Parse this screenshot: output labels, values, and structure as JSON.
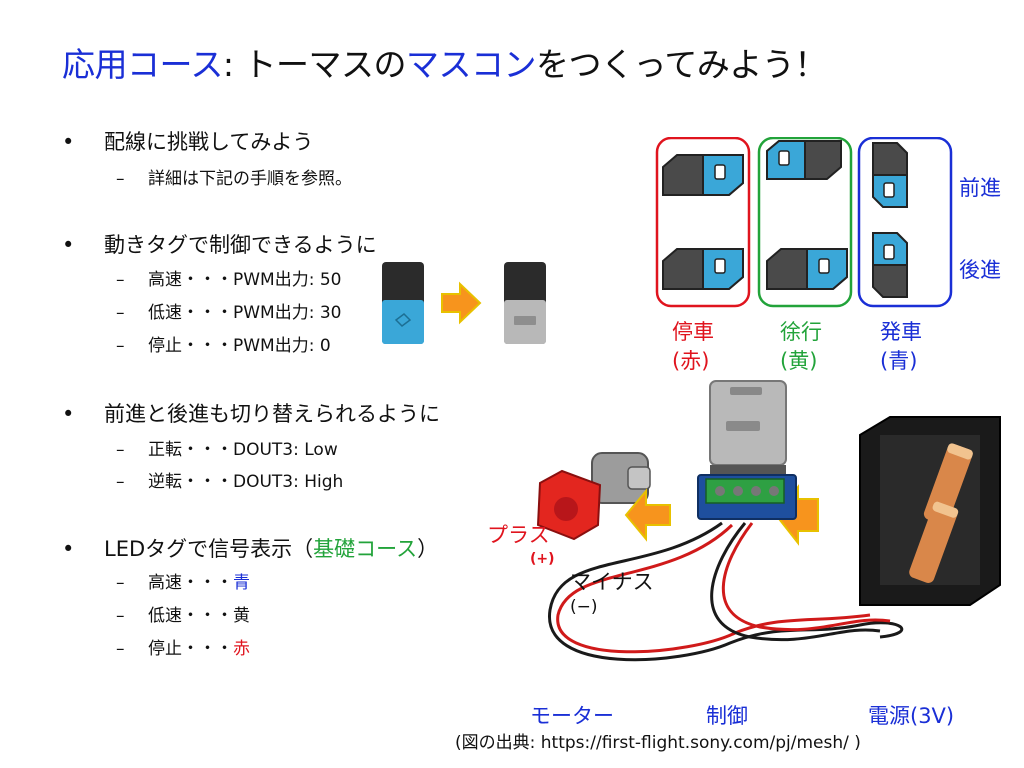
{
  "title": {
    "p1": "応用コース",
    "p2": ": トーマスの",
    "p3": "マスコン",
    "p4": "をつくってみよう！"
  },
  "sections": {
    "s1": {
      "text": "配線に挑戦してみよう",
      "items": [
        "詳細は下記の手順を参照。"
      ]
    },
    "s2": {
      "text": "動きタグで制御できるように",
      "items": [
        "高速・・・PWM出力: 50",
        "低速・・・PWM出力: 30",
        "停止・・・PWM出力:  0"
      ]
    },
    "s3": {
      "text": "前進と後進も切り替えられるように",
      "items": [
        "正転・・・DOUT3: Low",
        "逆転・・・DOUT3: High"
      ]
    },
    "s4": {
      "text_a": "LEDタグで信号表示（",
      "text_b": "基礎コース",
      "text_c": "）",
      "items": [
        {
          "label": "高速・・・",
          "value": "青"
        },
        {
          "label": "低速・・・",
          "value": "黄"
        },
        {
          "label": "停止・・・",
          "value": "赤"
        }
      ]
    }
  },
  "modes": {
    "stop": {
      "label": "停車",
      "color": "(赤)"
    },
    "coast": {
      "label": "徐行",
      "color": "(黄)"
    },
    "start": {
      "label": "発車",
      "color": "(青)"
    },
    "forward": "前進",
    "backward": "後進"
  },
  "diagram": {
    "plus": "プラス",
    "plus_sym": "(+)",
    "minus": "マイナス",
    "minus_sym": "(−)",
    "motor": "モーター",
    "control": "制御",
    "power": "電源(3V)"
  },
  "source": "(図の出典: https://first-flight.sony.com/pj/mesh/ )",
  "colors": {
    "accent_blue": "#1a2fd6",
    "accent_green": "#22a33a",
    "accent_red": "#e0141e",
    "arrow_orange": "#f7941d",
    "tag_blue": "#3aa7d8"
  }
}
